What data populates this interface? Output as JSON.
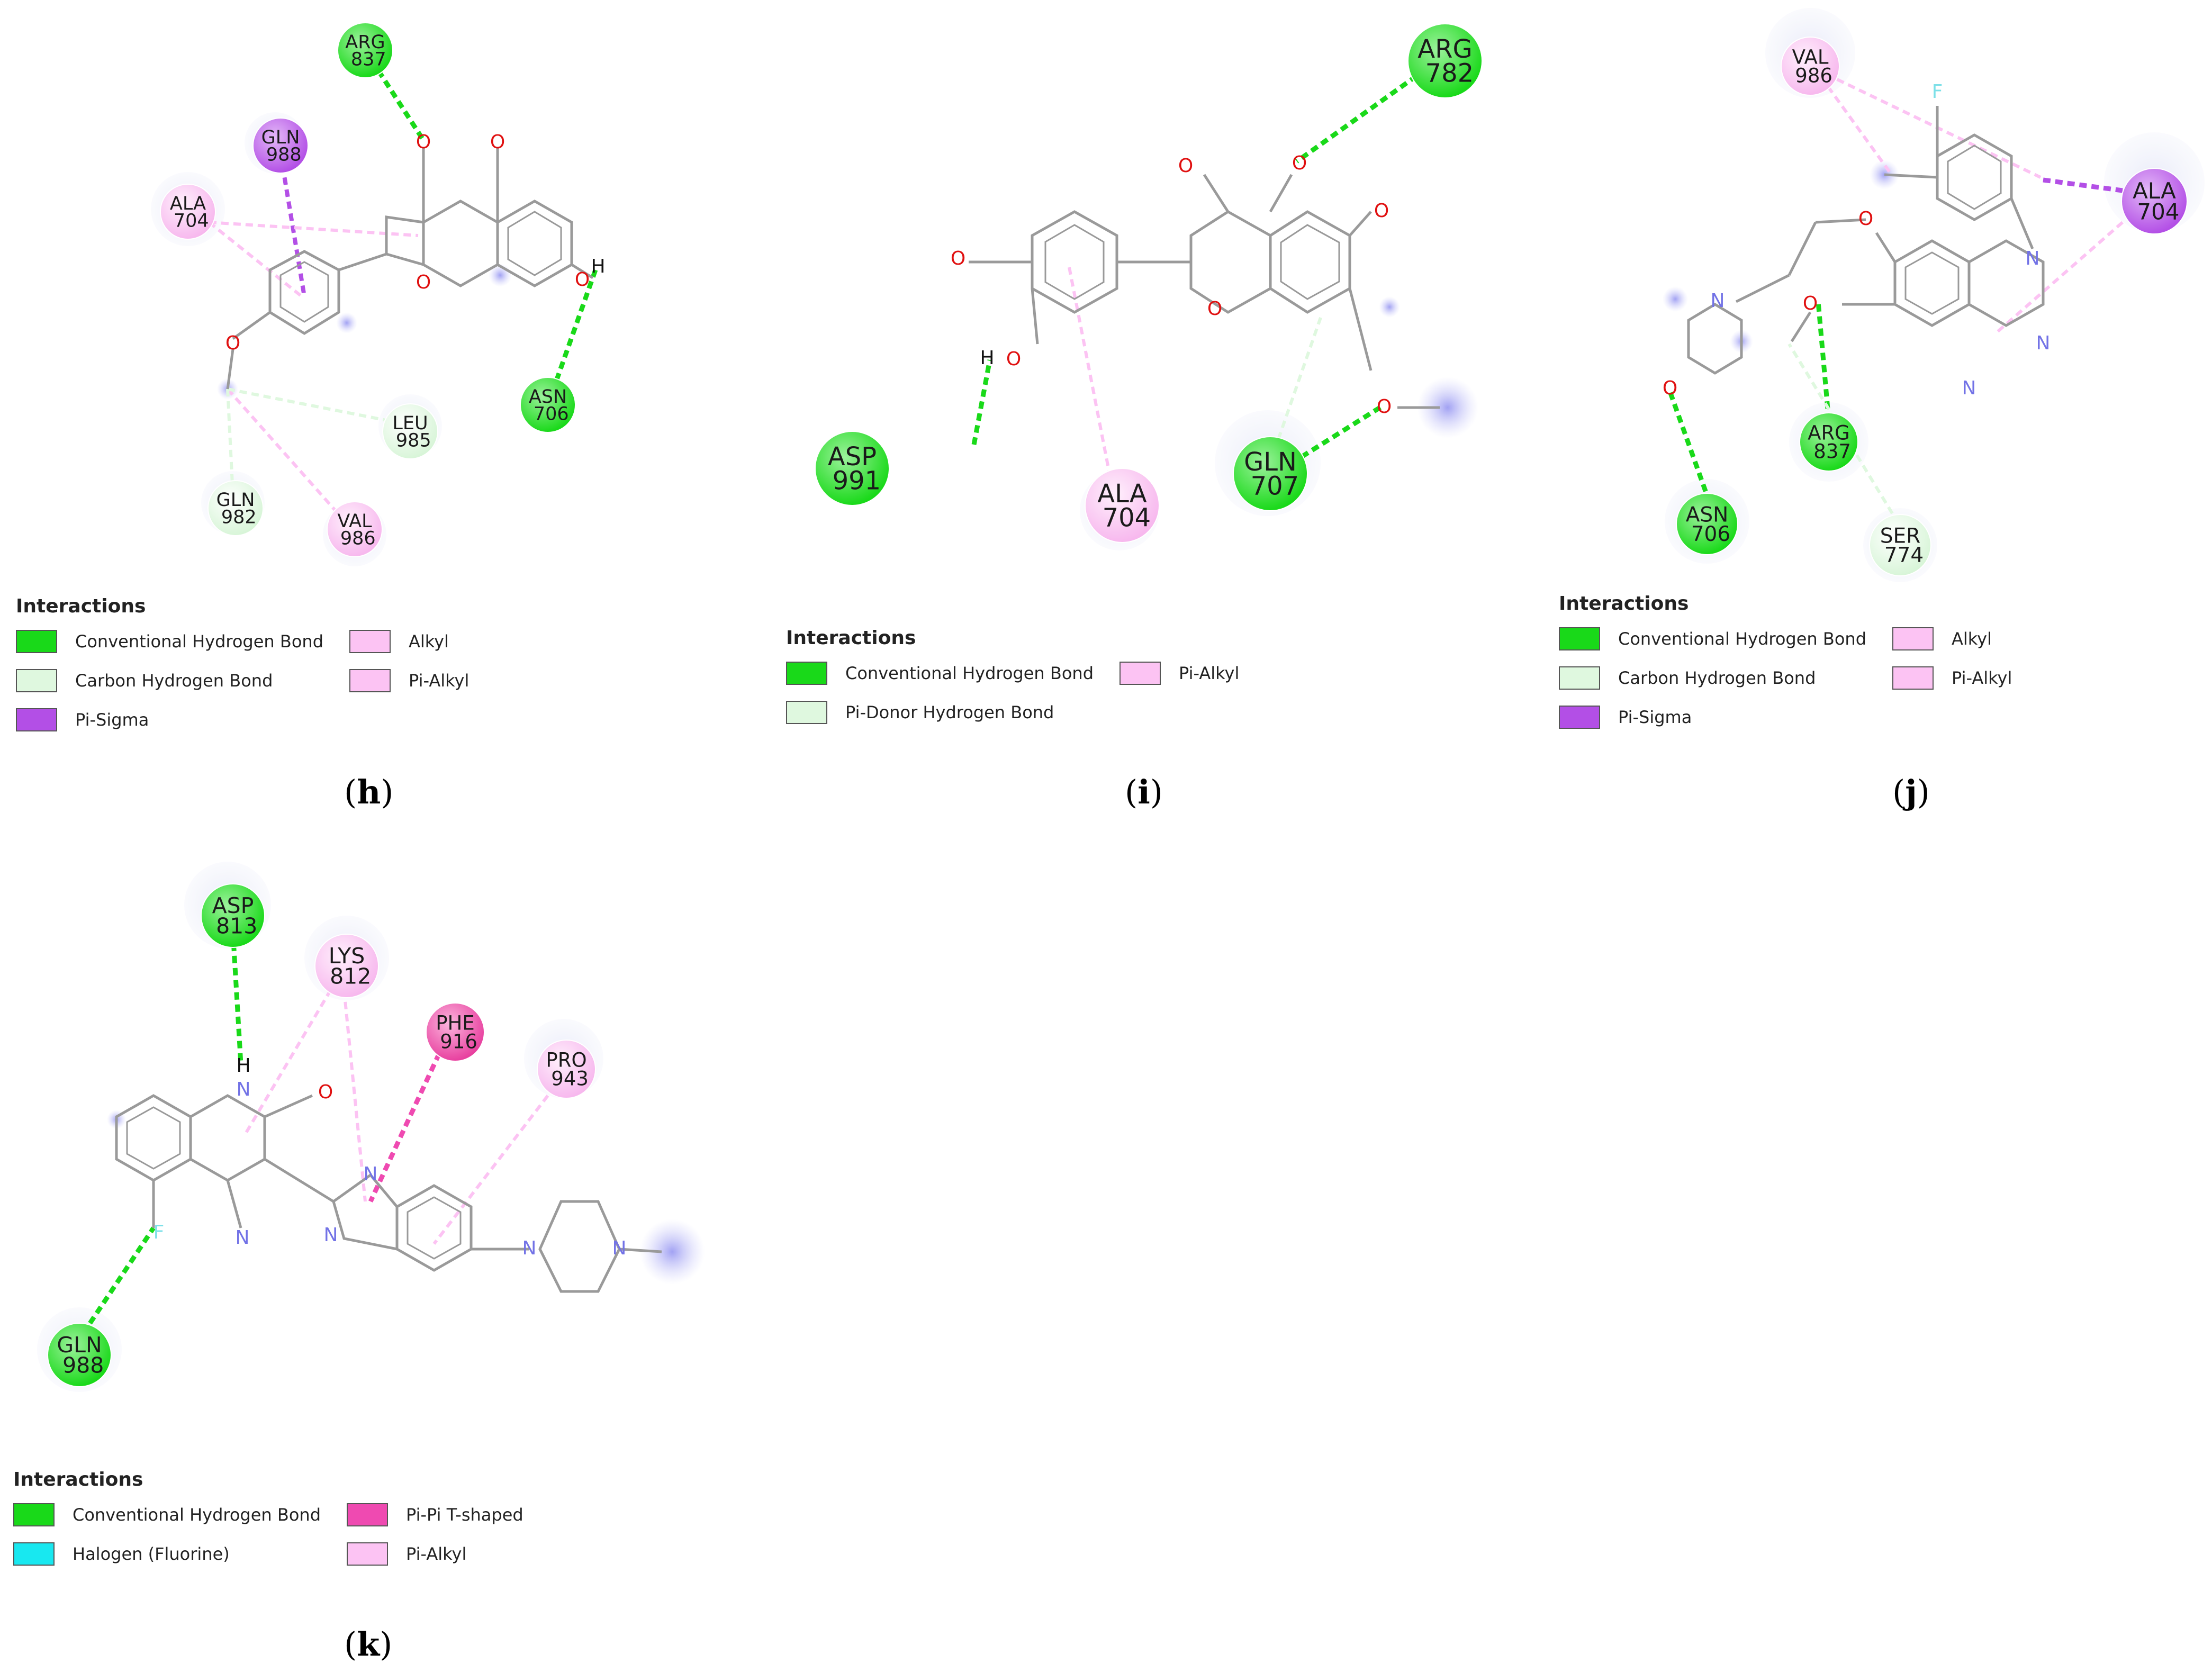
{
  "colors": {
    "conventional_hbond": "#19d919",
    "carbon_hbond": "#dff8df",
    "pi_donor_hbond": "#dff8df",
    "pi_sigma": "#b34fe6",
    "alkyl": "#fcc3f3",
    "pi_alkyl": "#fcc3f3",
    "pi_pi_tshaped": "#ef4ab1",
    "halogen": "#18e8f0",
    "bond_gray": "#9a9a9a",
    "oxygen": "#e01010",
    "nitrogen": "#7272e6",
    "fluorine": "#7de0e8"
  },
  "panels": [
    {
      "id": "h",
      "caption_open": "(",
      "caption_letter": "h",
      "caption_close": ")",
      "legend_title": "Interactions",
      "legend": [
        {
          "label": "Conventional Hydrogen Bond",
          "color_key": "conventional_hbond"
        },
        {
          "label": "Alkyl",
          "color_key": "alkyl"
        },
        {
          "label": "Carbon Hydrogen Bond",
          "color_key": "carbon_hbond"
        },
        {
          "label": "Pi-Alkyl",
          "color_key": "pi_alkyl"
        },
        {
          "label": "Pi-Sigma",
          "color_key": "pi_sigma"
        }
      ],
      "residues": [
        {
          "name": "ARG",
          "num": "837",
          "type": "conventional_hbond"
        },
        {
          "name": "GLN",
          "num": "988",
          "type": "pi_sigma"
        },
        {
          "name": "ALA",
          "num": "704",
          "type": "alkyl"
        },
        {
          "name": "ASN",
          "num": "706",
          "type": "conventional_hbond"
        },
        {
          "name": "LEU",
          "num": "985",
          "type": "carbon_hbond"
        },
        {
          "name": "GLN",
          "num": "982",
          "type": "carbon_hbond"
        },
        {
          "name": "VAL",
          "num": "986",
          "type": "alkyl"
        }
      ],
      "atom_labels": [
        "O",
        "O",
        "O",
        "O",
        "H",
        "O"
      ]
    },
    {
      "id": "i",
      "caption_open": "(",
      "caption_letter": "i",
      "caption_close": ")",
      "legend_title": "Interactions",
      "legend": [
        {
          "label": "Conventional Hydrogen Bond",
          "color_key": "conventional_hbond"
        },
        {
          "label": "Pi-Alkyl",
          "color_key": "pi_alkyl"
        },
        {
          "label": "Pi-Donor Hydrogen Bond",
          "color_key": "pi_donor_hbond"
        }
      ],
      "residues": [
        {
          "name": "ARG",
          "num": "782",
          "type": "conventional_hbond"
        },
        {
          "name": "ASP",
          "num": "991",
          "type": "conventional_hbond"
        },
        {
          "name": "ALA",
          "num": "704",
          "type": "alkyl"
        },
        {
          "name": "GLN",
          "num": "707",
          "type": "conventional_hbond"
        }
      ],
      "atom_labels": [
        "O",
        "O",
        "O",
        "O",
        "O",
        "H",
        "O",
        "O"
      ]
    },
    {
      "id": "j",
      "caption_open": "(",
      "caption_letter": "j",
      "caption_close": ")",
      "legend_title": "Interactions",
      "legend": [
        {
          "label": "Conventional Hydrogen Bond",
          "color_key": "conventional_hbond"
        },
        {
          "label": "Alkyl",
          "color_key": "alkyl"
        },
        {
          "label": "Carbon Hydrogen Bond",
          "color_key": "carbon_hbond"
        },
        {
          "label": "Pi-Alkyl",
          "color_key": "pi_alkyl"
        },
        {
          "label": "Pi-Sigma",
          "color_key": "pi_sigma"
        }
      ],
      "residues": [
        {
          "name": "VAL",
          "num": "986",
          "type": "alkyl"
        },
        {
          "name": "ALA",
          "num": "704",
          "type": "pi_sigma"
        },
        {
          "name": "ASN",
          "num": "706",
          "type": "conventional_hbond"
        },
        {
          "name": "ARG",
          "num": "837",
          "type": "conventional_hbond"
        },
        {
          "name": "SER",
          "num": "774",
          "type": "carbon_hbond"
        }
      ],
      "atom_labels": [
        "F",
        "O",
        "O",
        "N",
        "N",
        "N",
        "N",
        "O"
      ]
    },
    {
      "id": "k",
      "caption_open": "(",
      "caption_letter": "k",
      "caption_close": ")",
      "legend_title": "Interactions",
      "legend": [
        {
          "label": "Conventional Hydrogen Bond",
          "color_key": "conventional_hbond"
        },
        {
          "label": "Pi-Pi T-shaped",
          "color_key": "pi_pi_tshaped"
        },
        {
          "label": "Halogen (Fluorine)",
          "color_key": "halogen"
        },
        {
          "label": "Pi-Alkyl",
          "color_key": "pi_alkyl"
        }
      ],
      "residues": [
        {
          "name": "ASP",
          "num": "813",
          "type": "conventional_hbond"
        },
        {
          "name": "LYS",
          "num": "812",
          "type": "alkyl"
        },
        {
          "name": "PHE",
          "num": "916",
          "type": "pi_pi_tshaped"
        },
        {
          "name": "PRO",
          "num": "943",
          "type": "alkyl"
        },
        {
          "name": "GLN",
          "num": "988",
          "type": "conventional_hbond"
        }
      ],
      "atom_labels": [
        "H",
        "N",
        "O",
        "N",
        "N",
        "N",
        "N",
        "N",
        "F"
      ]
    }
  ]
}
